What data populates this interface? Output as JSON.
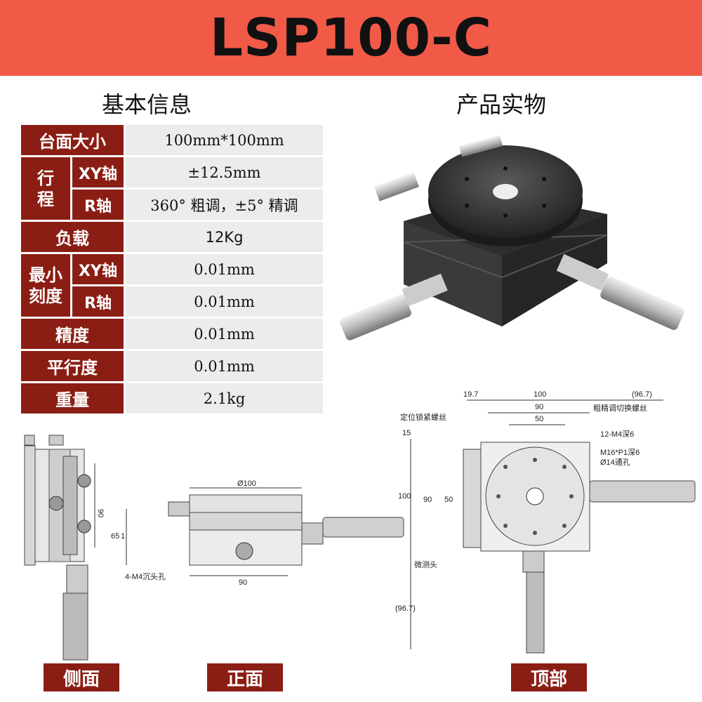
{
  "title": "LSP100-C",
  "sections": {
    "basic_info": "基本信息",
    "product_photo": "产品实物"
  },
  "spec": {
    "table_size": {
      "label": "台面大小",
      "value": "100mm*100mm"
    },
    "travel": {
      "label": "行\n程",
      "xy_label": "XY轴",
      "xy_value": "±12.5mm",
      "r_label": "R轴",
      "r_value": "360° 粗调，±5° 精调"
    },
    "load": {
      "label": "负载",
      "value": "12Kg"
    },
    "min_scale": {
      "label": "最小\n刻度",
      "xy_label": "XY轴",
      "xy_value": "0.01mm",
      "r_label": "R轴",
      "r_value": "0.01mm"
    },
    "accuracy": {
      "label": "精度",
      "value": "0.01mm"
    },
    "parallelism": {
      "label": "平行度",
      "value": "0.01mm"
    },
    "weight": {
      "label": "重量",
      "value": "2.1kg"
    }
  },
  "drawings": {
    "side_caption": "侧面",
    "front_caption": "正面",
    "top_caption": "顶部",
    "side": {
      "dim_90": "90"
    },
    "front": {
      "diameter": "Ø100",
      "dim_65": "65",
      "dim_1": "1",
      "dim_90": "90",
      "note": "4-M4沉头孔"
    },
    "top": {
      "dim_19_7": "19.7",
      "dim_100": "100",
      "dim_96_7_right": "(96.7)",
      "dim_90": "90",
      "dim_50": "50",
      "note_lock": "定位锁紧螺丝",
      "note_switch": "粗精调切换螺丝",
      "note_m4": "12-M4深6",
      "note_m16": "M16*P1深6",
      "note_hole": "Ø14通孔",
      "note_head": "微测头",
      "dim_15": "15",
      "dim_100_v": "100",
      "dim_90_v": "90",
      "dim_50_v": "50",
      "dim_96_7_v": "(96.7)"
    }
  },
  "colors": {
    "banner": "#f25a48",
    "label_bg": "#8b1e14",
    "value_bg": "#ececec"
  }
}
